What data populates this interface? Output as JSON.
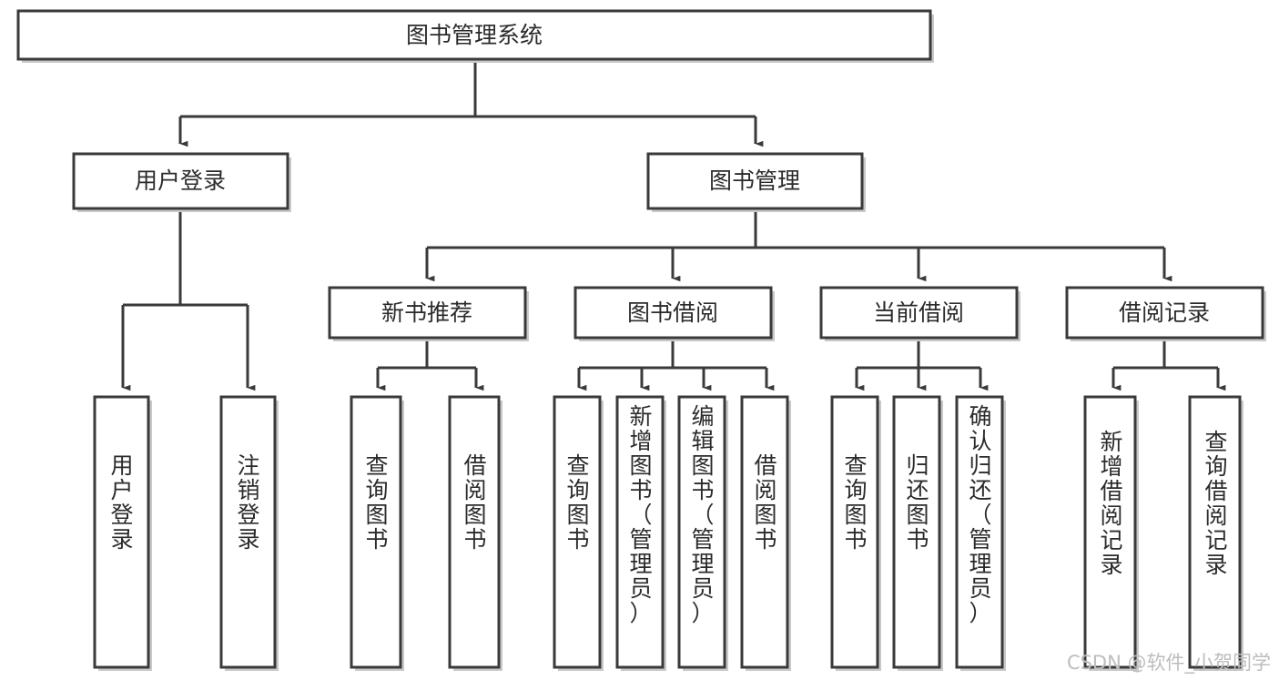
{
  "diagram": {
    "type": "hierarchy-tree",
    "title": "图书管理系统",
    "root": {
      "id": "root",
      "label": "图书管理系统",
      "orientation": "horizontal"
    },
    "level2": [
      {
        "id": "user-login",
        "label": "用户登录",
        "orientation": "horizontal"
      },
      {
        "id": "book-management",
        "label": "图书管理",
        "orientation": "horizontal"
      }
    ],
    "level3": [
      {
        "id": "new-book-recommend",
        "label": "新书推荐",
        "parent": "book-management",
        "orientation": "horizontal"
      },
      {
        "id": "book-borrow",
        "label": "图书借阅",
        "parent": "book-management",
        "orientation": "horizontal"
      },
      {
        "id": "current-borrow",
        "label": "当前借阅",
        "parent": "book-management",
        "orientation": "horizontal"
      },
      {
        "id": "borrow-record",
        "label": "借阅记录",
        "parent": "book-management",
        "orientation": "horizontal"
      }
    ],
    "leaves": [
      {
        "id": "leaf-user-login",
        "label": "用户登录",
        "parent": "user-login",
        "orientation": "vertical"
      },
      {
        "id": "leaf-user-logout",
        "label": "注销登录",
        "parent": "user-login",
        "orientation": "vertical"
      },
      {
        "id": "leaf-query-book-1",
        "label": "查询图书",
        "parent": "new-book-recommend",
        "orientation": "vertical"
      },
      {
        "id": "leaf-borrow-book-1",
        "label": "借阅图书",
        "parent": "new-book-recommend",
        "orientation": "vertical"
      },
      {
        "id": "leaf-query-book-2",
        "label": "查询图书",
        "parent": "book-borrow",
        "orientation": "vertical"
      },
      {
        "id": "leaf-add-book",
        "label": "新增图书（管理员）",
        "parent": "book-borrow",
        "orientation": "vertical"
      },
      {
        "id": "leaf-edit-book",
        "label": "编辑图书（管理员）",
        "parent": "book-borrow",
        "orientation": "vertical"
      },
      {
        "id": "leaf-borrow-book-2",
        "label": "借阅图书",
        "parent": "book-borrow",
        "orientation": "vertical"
      },
      {
        "id": "leaf-query-book-3",
        "label": "查询图书",
        "parent": "current-borrow",
        "orientation": "vertical"
      },
      {
        "id": "leaf-return-book",
        "label": "归还图书",
        "parent": "current-borrow",
        "orientation": "vertical"
      },
      {
        "id": "leaf-confirm-return",
        "label": "确认归还（管理员）",
        "parent": "current-borrow",
        "orientation": "vertical"
      },
      {
        "id": "leaf-add-record",
        "label": "新增借阅记录",
        "parent": "borrow-record",
        "orientation": "vertical"
      },
      {
        "id": "leaf-query-record",
        "label": "查询借阅记录",
        "parent": "borrow-record",
        "orientation": "vertical"
      }
    ],
    "colors": {
      "stroke": "#3a3a3a",
      "fill": "#ffffff",
      "text": "#2b2b2b",
      "watermark": "#bdbdbd"
    }
  },
  "watermark": {
    "text": "CSDN @软件_小贺同学"
  }
}
